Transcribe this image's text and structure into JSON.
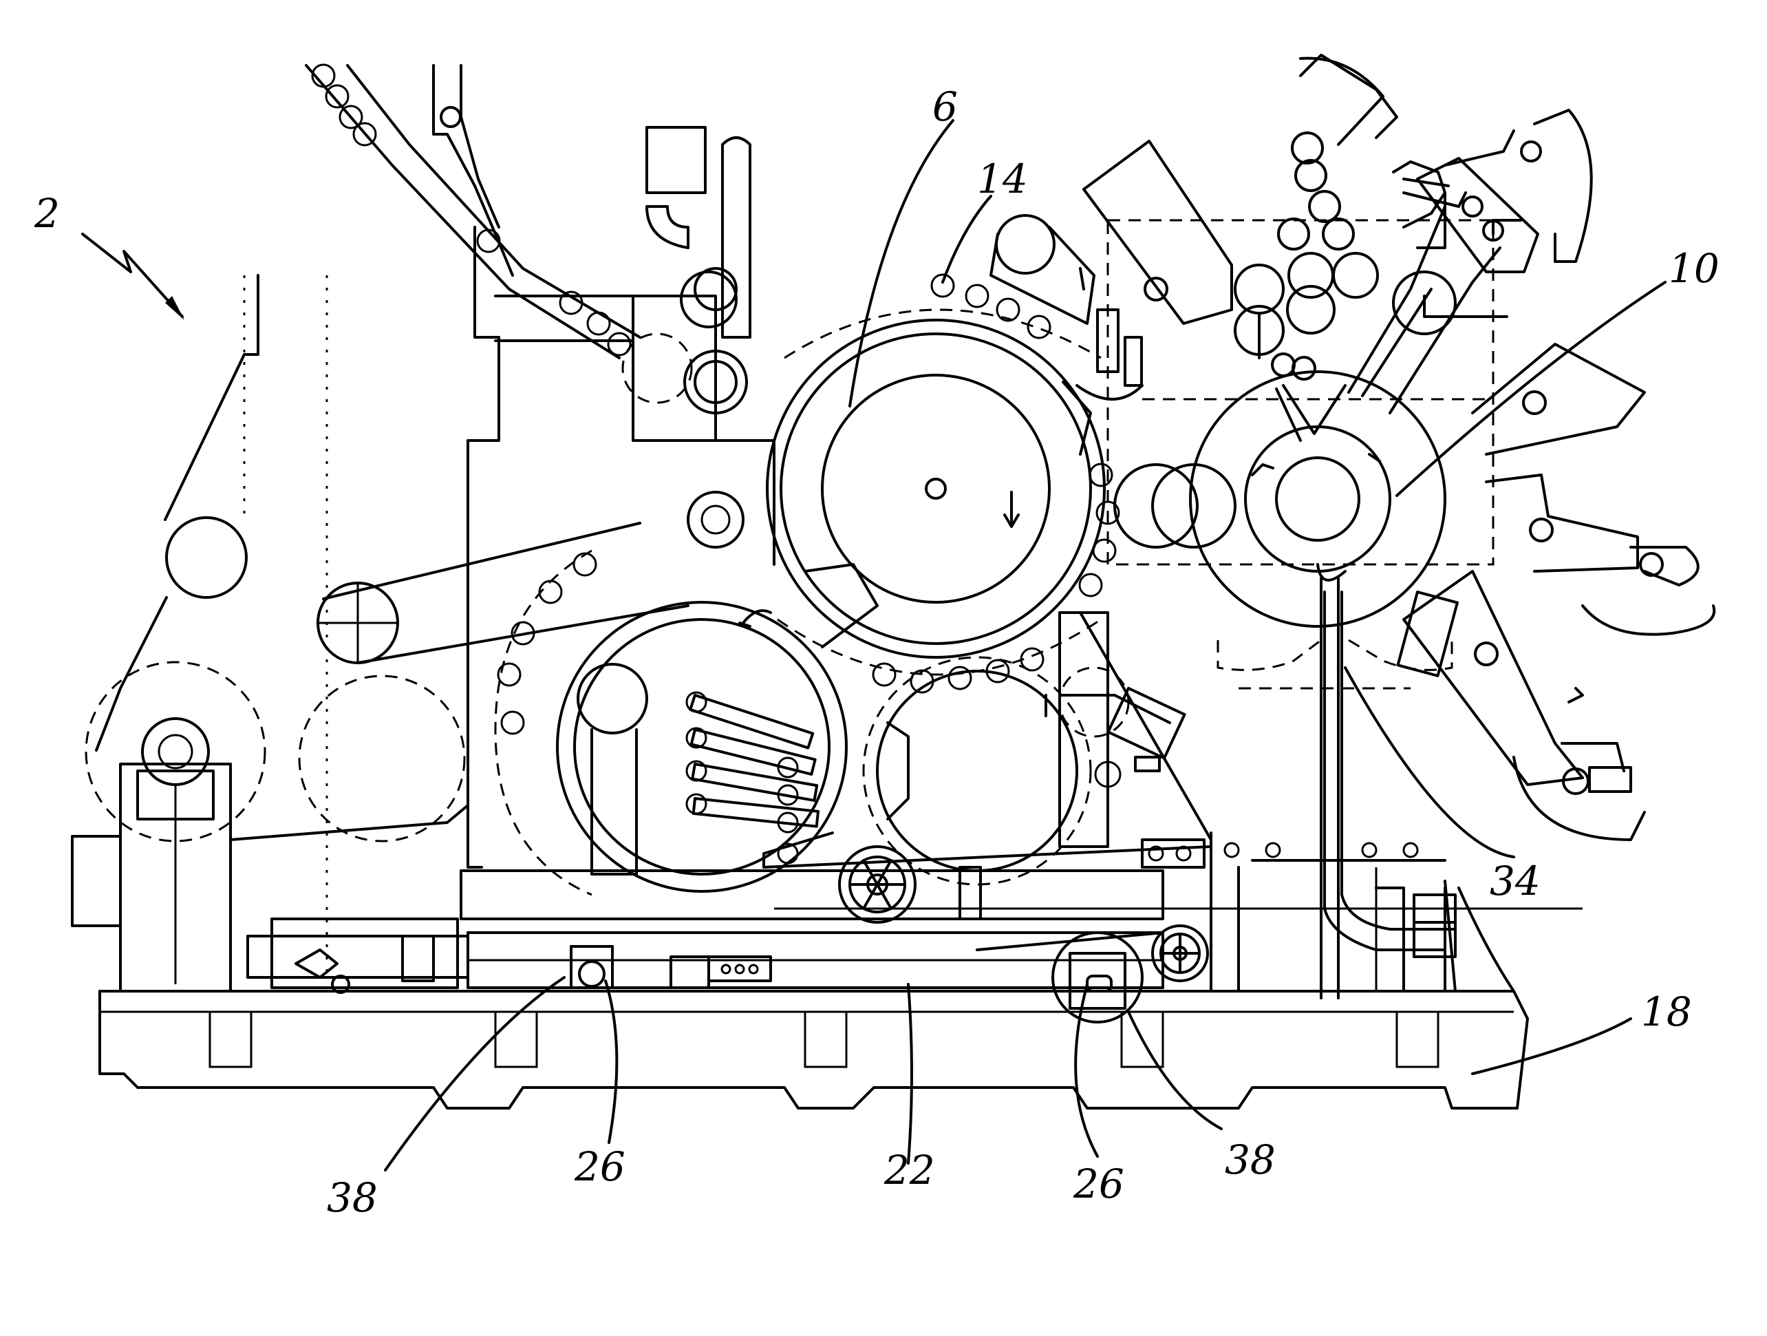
{
  "labels": {
    "l2": "2",
    "l6": "6",
    "l14": "14",
    "l10": "10",
    "l34": "34",
    "l18": "18",
    "l38a": "38",
    "l26a": "26",
    "l22": "22",
    "l26b": "26",
    "l38b": "38"
  }
}
